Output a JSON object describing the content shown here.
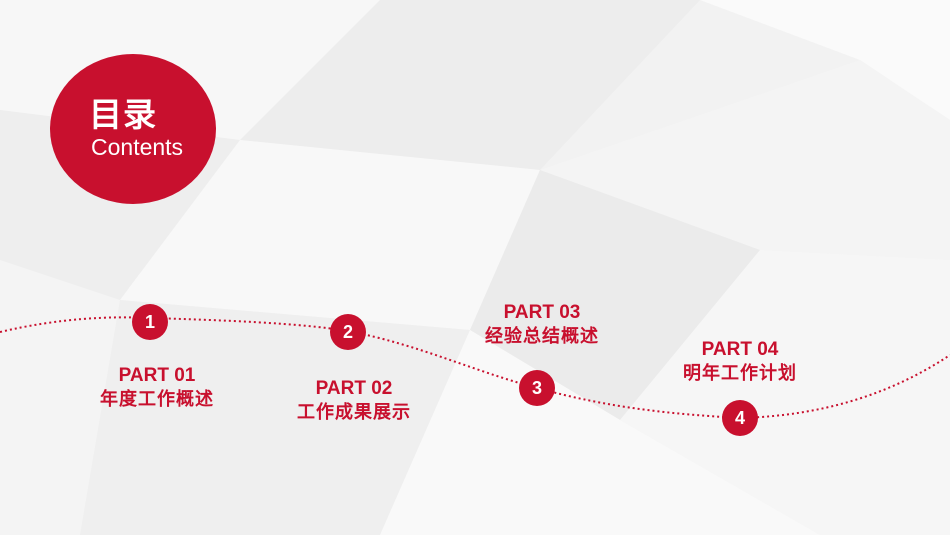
{
  "header": {
    "title": "目录",
    "subtitle": "Contents"
  },
  "colors": {
    "accent": "#c8102e"
  },
  "items": [
    {
      "number": "1",
      "part": "PART 01",
      "title": "年度工作概述"
    },
    {
      "number": "2",
      "part": "PART 02",
      "title": "工作成果展示"
    },
    {
      "number": "3",
      "part": "PART 03",
      "title": "经验总结概述"
    },
    {
      "number": "4",
      "part": "PART 04",
      "title": "明年工作计划"
    }
  ]
}
